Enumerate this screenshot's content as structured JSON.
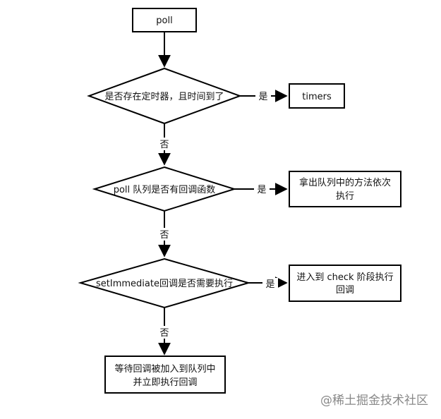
{
  "nodes": {
    "start": "poll",
    "decision1": "是否存在定时器，且时间到了",
    "timers": "timers",
    "decision2": "poll 队列是否有回调函数",
    "exec_queue": [
      "拿出队列中的方法依次",
      "执行"
    ],
    "decision3": "setImmediate回调是否需要执行",
    "check_phase": [
      "进入到 check 阶段执行",
      "回调"
    ],
    "wait": [
      "等待回调被加入到队列中",
      "并立即执行回调"
    ]
  },
  "edges": {
    "yes": "是",
    "no": "否"
  },
  "watermark": "@稀土掘金技术社区"
}
